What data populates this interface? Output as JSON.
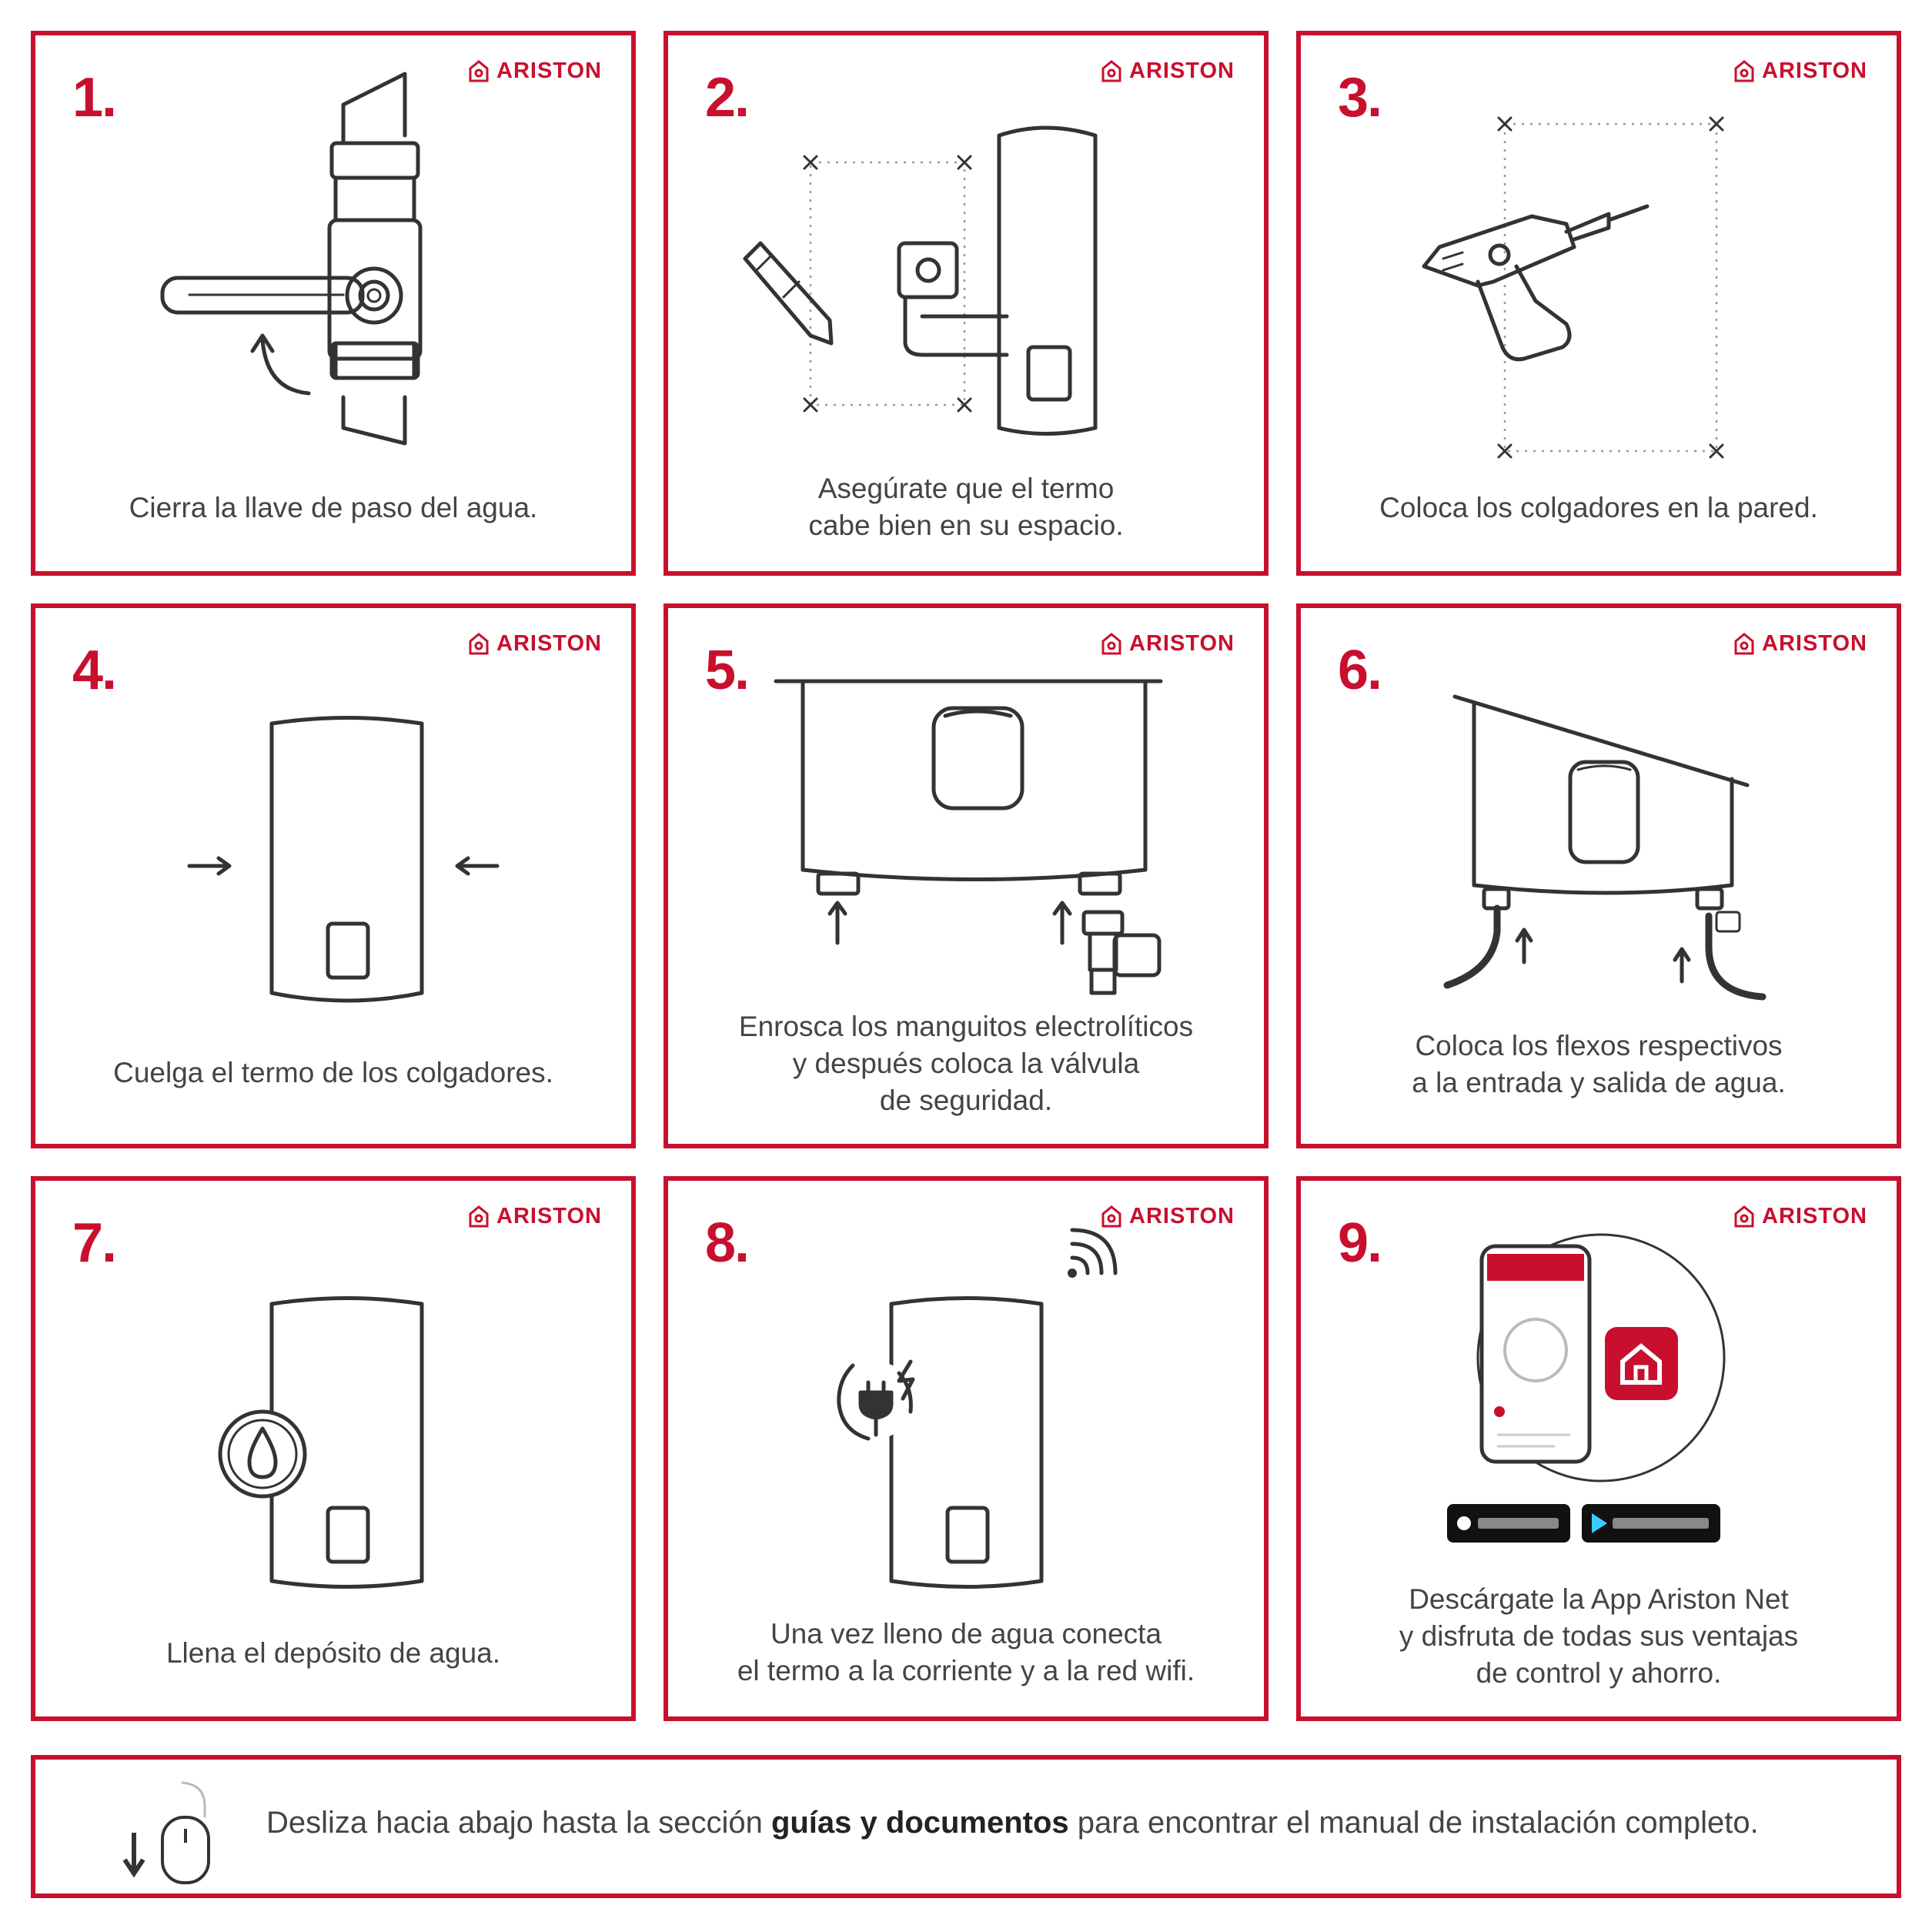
{
  "brand": "ARISTON",
  "accent_color": "#c8102e",
  "steps": [
    {
      "number": "1.",
      "caption": "Cierra la llave de paso del agua."
    },
    {
      "number": "2.",
      "caption": "Asegúrate que el termo\ncabe bien en su espacio."
    },
    {
      "number": "3.",
      "caption": "Coloca los colgadores en la pared."
    },
    {
      "number": "4.",
      "caption": "Cuelga el termo de los colgadores."
    },
    {
      "number": "5.",
      "caption": "Enrosca los manguitos electrolíticos\ny después coloca la válvula\nde seguridad."
    },
    {
      "number": "6.",
      "caption": "Coloca los flexos respectivos\na la entrada y salida de agua."
    },
    {
      "number": "7.",
      "caption": "Llena el depósito de agua."
    },
    {
      "number": "8.",
      "caption": "Una vez lleno de agua conecta\nel termo a la corriente y a la red wifi."
    },
    {
      "number": "9.",
      "caption": "Descárgate la App Ariston Net\ny disfruta de todas sus ventajas\nde control y ahorro."
    }
  ],
  "footer": {
    "text_before": "Desliza hacia abajo hasta la sección ",
    "text_bold": "guías y documentos",
    "text_after": " para encontrar el manual de instalación completo."
  },
  "icons": [
    "ball-valve-icon",
    "pencil-icon",
    "drill-icon",
    "water-heater-icon",
    "water-drop-icon",
    "plug-icon",
    "wifi-icon",
    "smartphone-icon",
    "app-home-icon",
    "mouse-scroll-icon"
  ]
}
